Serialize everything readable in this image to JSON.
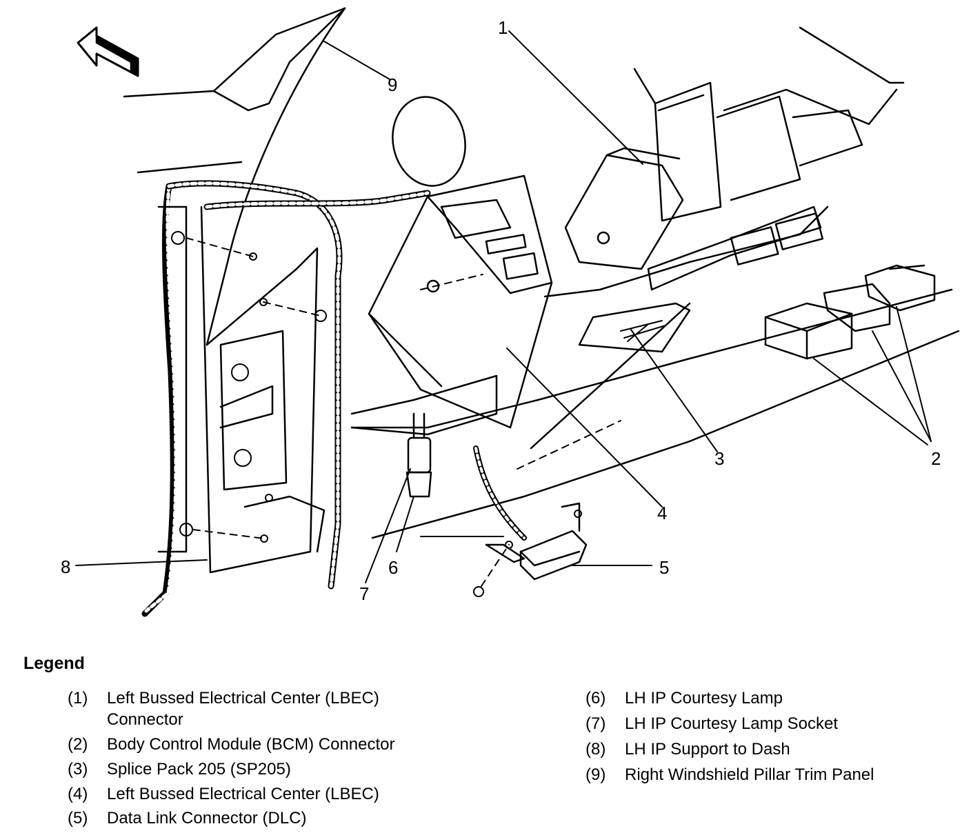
{
  "callouts": [
    "1",
    "2",
    "3",
    "4",
    "5",
    "6",
    "7",
    "8",
    "9"
  ],
  "legend": {
    "title": "Legend",
    "items": [
      {
        "num": "(1)",
        "text": "Left Bussed Electrical Center (LBEC)",
        "text2": "Connector"
      },
      {
        "num": "(2)",
        "text": "Body Control Module (BCM) Connector"
      },
      {
        "num": "(3)",
        "text": "Splice Pack 205 (SP205)"
      },
      {
        "num": "(4)",
        "text": "Left Bussed Electrical Center (LBEC)"
      },
      {
        "num": "(5)",
        "text": "Data Link Connector (DLC)"
      },
      {
        "num": "(6)",
        "text": "LH IP Courtesy Lamp"
      },
      {
        "num": "(7)",
        "text": "LH IP Courtesy Lamp Socket"
      },
      {
        "num": "(8)",
        "text": "LH IP Support to Dash"
      },
      {
        "num": "(9)",
        "text": "Right Windshield Pillar Trim Panel"
      }
    ]
  }
}
